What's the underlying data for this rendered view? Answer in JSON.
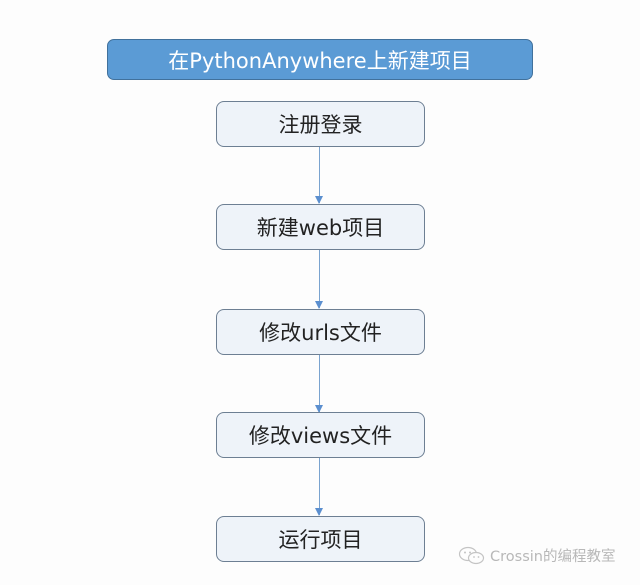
{
  "diagram": {
    "title": "在PythonAnywhere上新建项目",
    "steps": [
      {
        "label": "注册登录"
      },
      {
        "label": "新建web项目"
      },
      {
        "label": "修改urls文件"
      },
      {
        "label": "修改views文件"
      },
      {
        "label": "运行项目"
      }
    ],
    "edges": [
      {
        "from": "注册登录",
        "to": "新建web项目"
      },
      {
        "from": "新建web项目",
        "to": "修改urls文件"
      },
      {
        "from": "修改urls文件",
        "to": "修改views文件"
      },
      {
        "from": "修改views文件",
        "to": "运行项目"
      }
    ],
    "colors": {
      "header_fill": "#5b9bd5",
      "header_border": "#41719c",
      "step_fill": "#eef3f9",
      "step_border": "#6d7f93",
      "arrow": "#7aa3cf"
    }
  },
  "watermark": {
    "icon": "wechat-icon",
    "text": "Crossin的编程教室"
  }
}
